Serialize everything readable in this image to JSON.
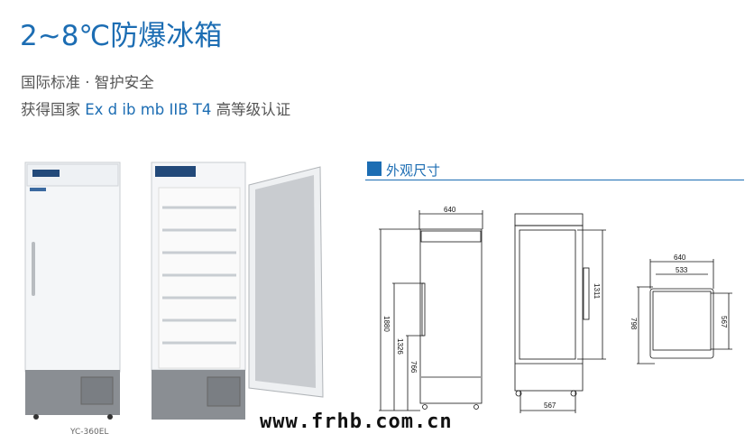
{
  "header": {
    "title": "2~8℃防爆冰箱",
    "line1": "国际标准 · 智护安全",
    "line2_prefix": "获得国家 ",
    "line2_highlight": "Ex d ib mb IIB T4",
    "line2_suffix": " 高等级认证"
  },
  "photos": {
    "caption": "YC-360EL"
  },
  "watermark": "www.frhb.com.cn",
  "dimensions": {
    "section_title": "外观尺寸",
    "front": {
      "width": "640",
      "height": "1880",
      "handle_top": "1326",
      "handle_bottom": "766"
    },
    "side": {
      "door_height": "1311",
      "depth": "567"
    },
    "top": {
      "outer_width": "640",
      "inner_width": "533",
      "depth_total": "798",
      "depth_body": "567"
    }
  },
  "colors": {
    "accent": "#1c6db3"
  }
}
